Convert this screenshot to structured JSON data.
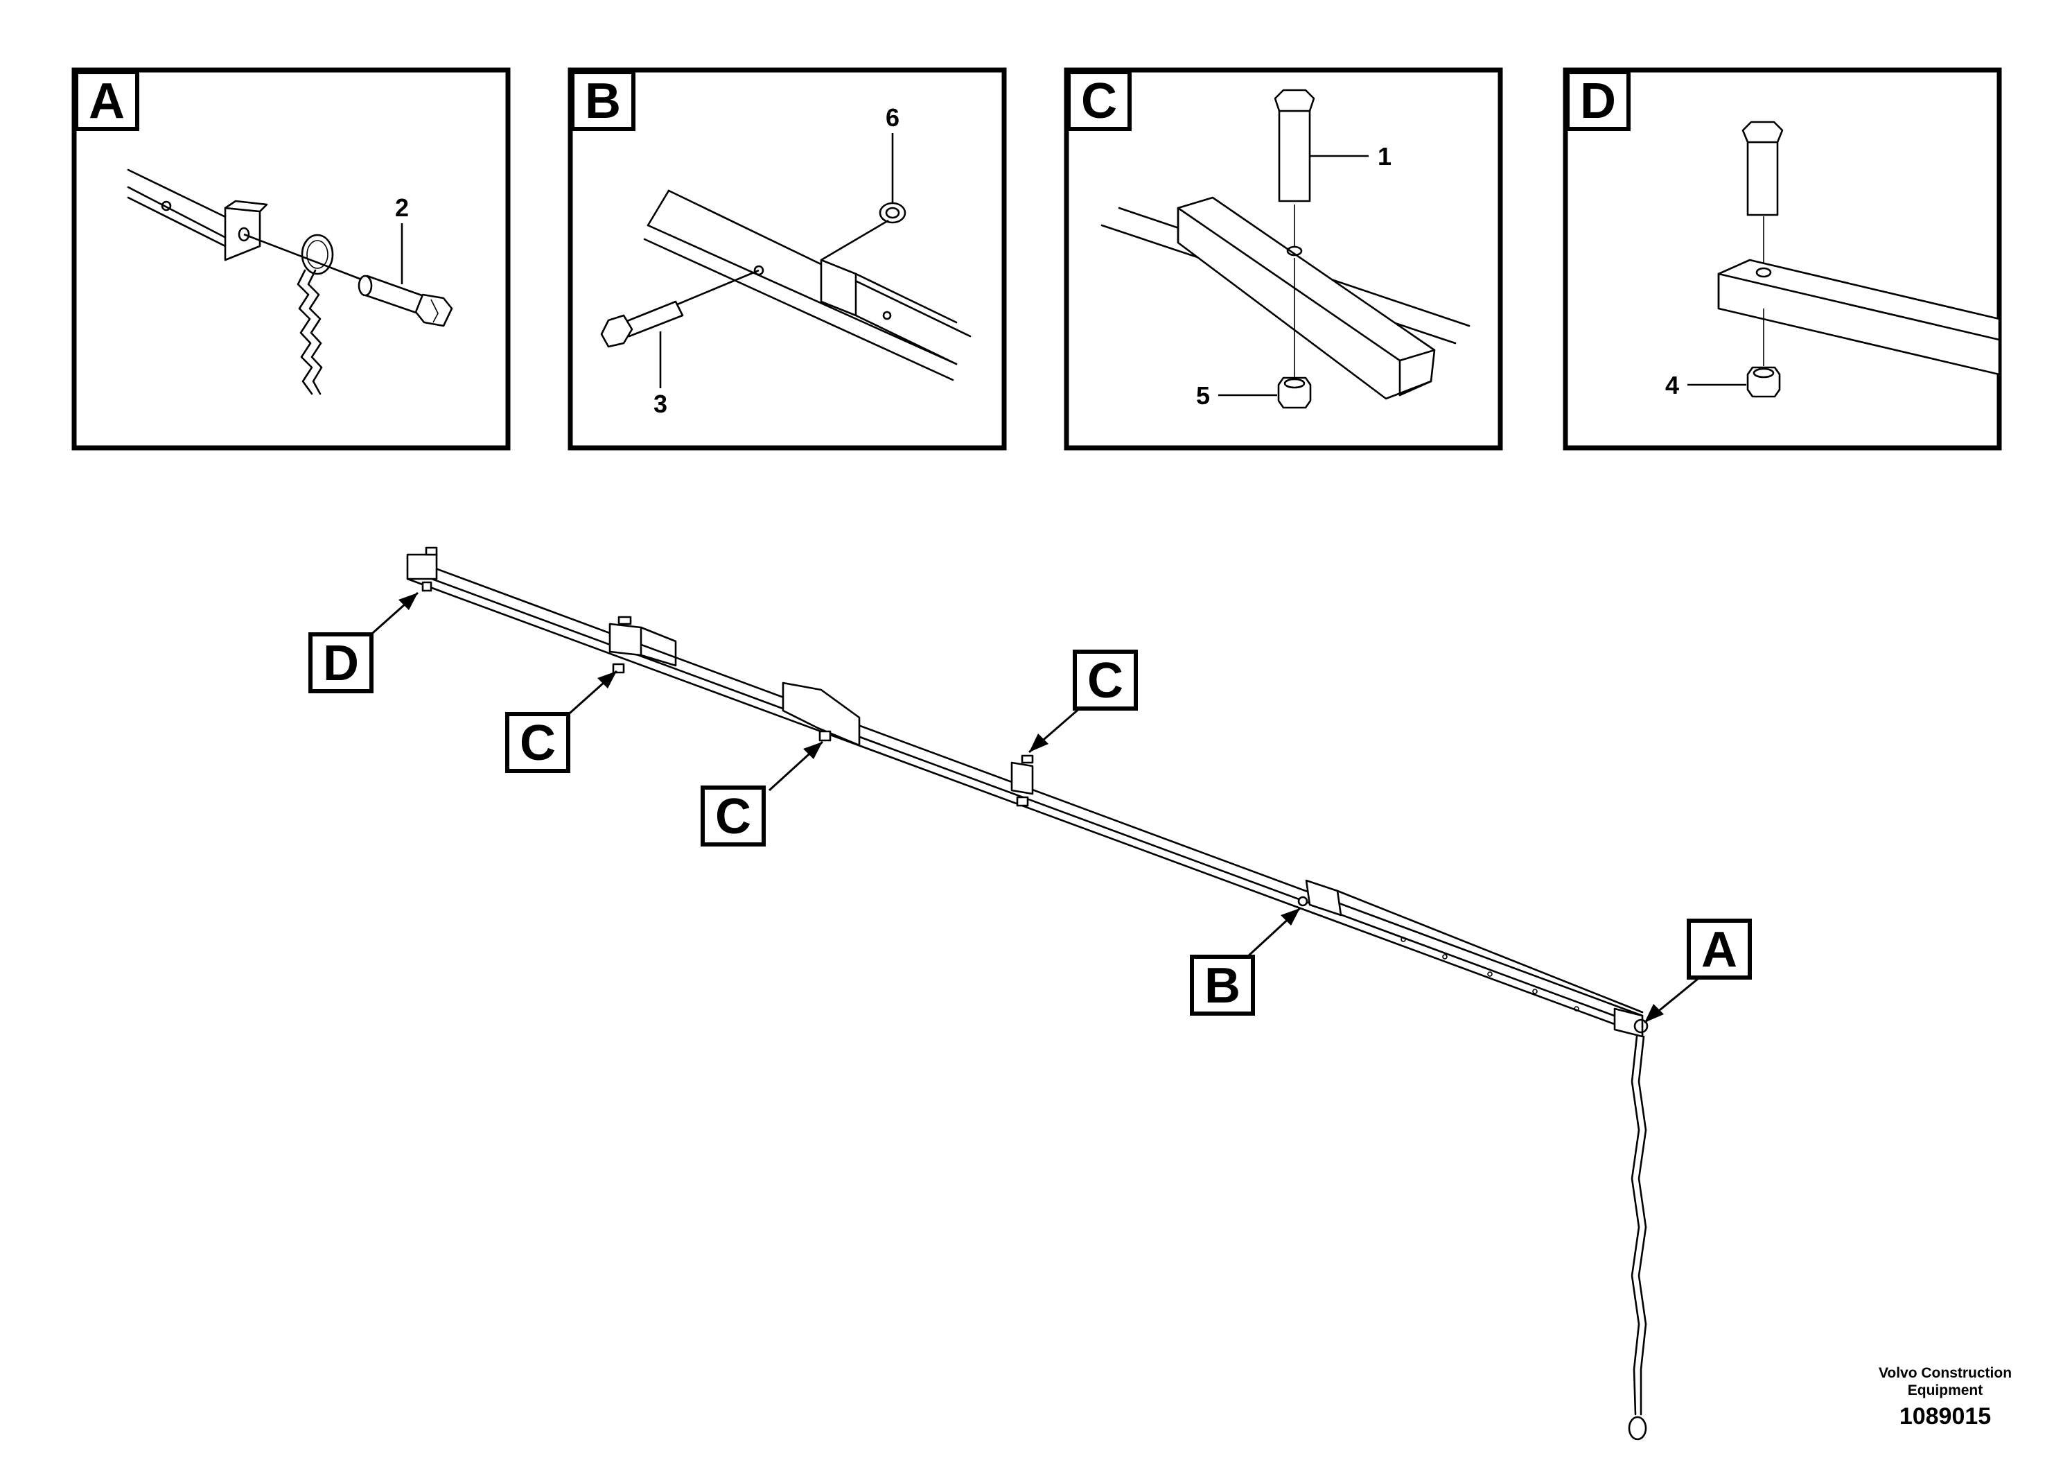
{
  "detail_panels": [
    {
      "letter": "A",
      "parts": [
        "2"
      ]
    },
    {
      "letter": "B",
      "parts": [
        "6",
        "3"
      ]
    },
    {
      "letter": "C",
      "parts": [
        "1",
        "5"
      ]
    },
    {
      "letter": "D",
      "parts": [
        "4"
      ]
    }
  ],
  "overview_callouts": [
    "D",
    "C",
    "C",
    "C",
    "B",
    "A"
  ],
  "footer": {
    "manufacturer": "Volvo Construction Equipment",
    "drawing_number": "1089015"
  }
}
